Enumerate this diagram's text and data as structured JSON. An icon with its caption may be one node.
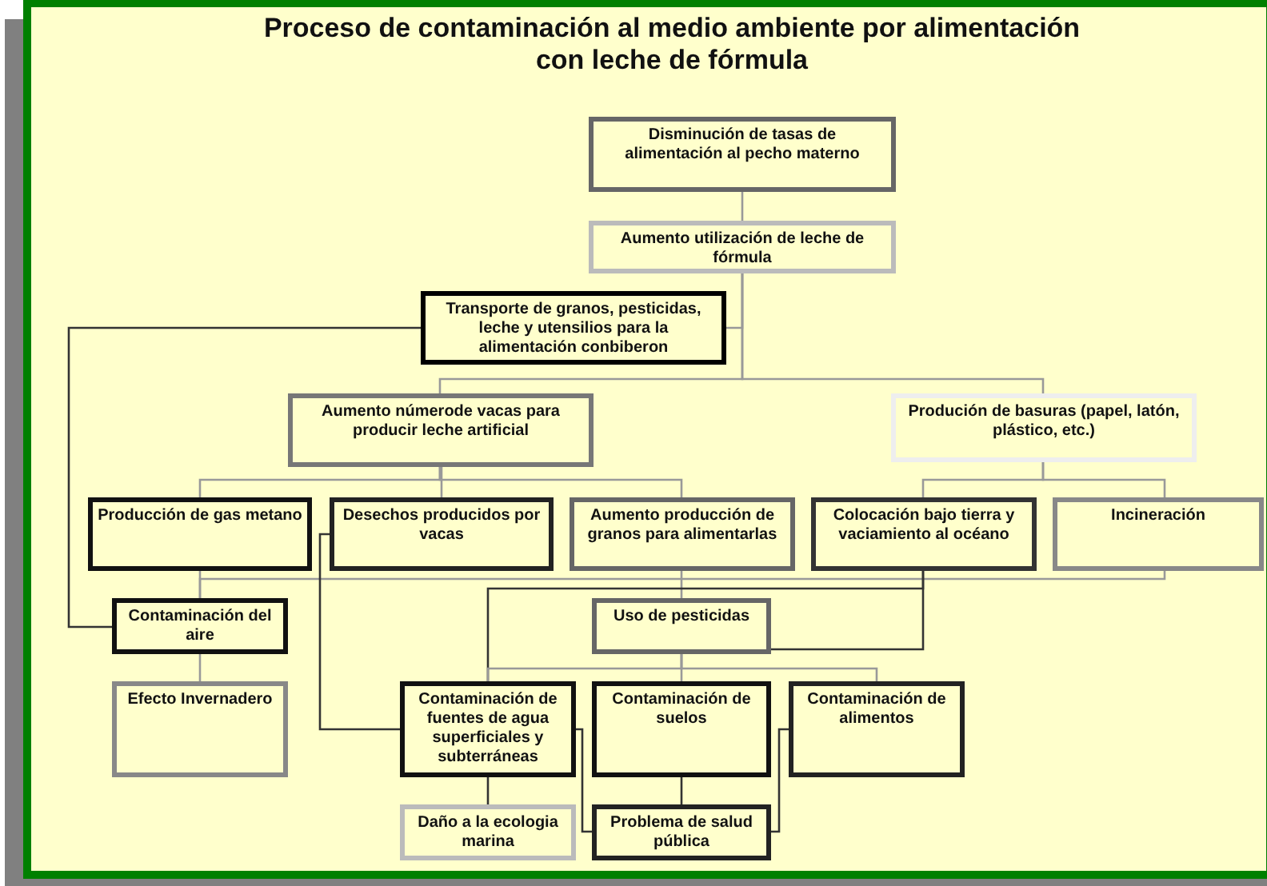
{
  "diagram": {
    "title": "Proceso de contaminación  al medio ambiente por alimentación con leche de fórmula",
    "nodes": [
      {
        "text": [
          "Disminución de tasas de alimentación al pecho materno"
        ]
      },
      {
        "text": [
          "Aumento utilización de leche de fórmula"
        ]
      },
      {
        "text": [
          "Transporte de granos, pesticidas, leche y utensilios para la alimentación conbiberon"
        ]
      },
      {
        "text": [
          "Aumento númerode vacas para producir leche artificial"
        ]
      },
      {
        "text": [
          "Produción de basuras (papel, latón, plástico, etc.)"
        ]
      },
      {
        "text": [
          "Producción de gas metano"
        ]
      },
      {
        "text": [
          "Desechos producidos por vacas"
        ]
      },
      {
        "text": [
          "Aumento producción de granos para alimentarlas"
        ]
      },
      {
        "text": [
          "Colocación bajo tierra y vaciamiento al océano"
        ]
      },
      {
        "text": [
          "Incineración"
        ]
      },
      {
        "text": [
          "Contaminación del aire"
        ]
      },
      {
        "text": [
          "Uso de pesticidas"
        ]
      },
      {
        "text": [
          "Efecto Invernadero"
        ]
      },
      {
        "text": [
          "Contaminación de fuentes de agua superficiales y subterráneas"
        ]
      },
      {
        "text": [
          "Contaminación de suelos"
        ]
      },
      {
        "text": [
          "Contaminación de alimentos"
        ]
      },
      {
        "text": [
          "Daño a la ecologia marina"
        ]
      },
      {
        "text": [
          "Problema de salud pública"
        ]
      }
    ],
    "edges": [
      {
        "from": 0,
        "to": 1,
        "arrow": "none"
      },
      {
        "from": 1,
        "to": 2,
        "arrow": "none"
      },
      {
        "from": 1,
        "to": 3,
        "arrow": "none"
      },
      {
        "from": 1,
        "to": 4,
        "arrow": "none"
      },
      {
        "from": 2,
        "to": 10,
        "arrow": "none",
        "color": "#333333"
      },
      {
        "from": 3,
        "to": 5,
        "arrow": "none"
      },
      {
        "from": 3,
        "to": 6,
        "arrow": "none"
      },
      {
        "from": 3,
        "to": 7,
        "arrow": "none"
      },
      {
        "from": 4,
        "to": 8,
        "arrow": "none"
      },
      {
        "from": 4,
        "to": 9,
        "arrow": "none"
      },
      {
        "from": 5,
        "to": 10,
        "arrow": "none"
      },
      {
        "from": 9,
        "to": 10,
        "arrow": "none"
      },
      {
        "from": 7,
        "to": 11,
        "arrow": "none"
      },
      {
        "from": 8,
        "to": 13,
        "arrow": "none",
        "color": "#333333"
      },
      {
        "from": 8,
        "to": 11,
        "arrow": "none",
        "color": "#333333"
      },
      {
        "from": 11,
        "to": 13,
        "arrow": "none"
      },
      {
        "from": 11,
        "to": 14,
        "arrow": "none"
      },
      {
        "from": 11,
        "to": 15,
        "arrow": "none"
      },
      {
        "from": 6,
        "to": 13,
        "arrow": "none",
        "color": "#333333"
      },
      {
        "from": 13,
        "to": 16,
        "arrow": "none",
        "color": "#333333"
      },
      {
        "from": 14,
        "to": 17,
        "arrow": "none",
        "color": "#333333"
      },
      {
        "from": 13,
        "to": 17,
        "arrow": "none",
        "color": "#333333"
      },
      {
        "from": 15,
        "to": 17,
        "arrow": "none",
        "color": "#333333"
      },
      {
        "from": 10,
        "to": 12,
        "arrow": "none"
      }
    ]
  }
}
